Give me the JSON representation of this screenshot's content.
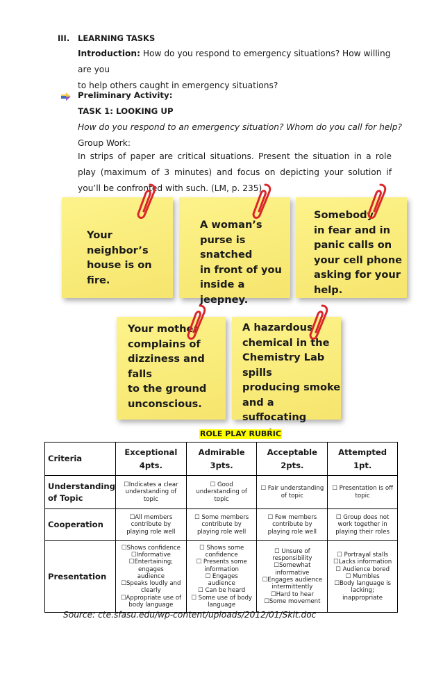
{
  "section": {
    "number": "III.",
    "title": "LEARNING TASKS",
    "intro_label": "Introduction:",
    "intro_line1": " How do you respond to emergency situations? How willing are you",
    "intro_line2": "to help others caught in emergency situations?",
    "preliminary": "Preliminary Activity:",
    "task": "TASK 1: LOOKING UP",
    "question": "How do you respond to an emergency situation? Whom do you call for help?",
    "group_work": "Group Work:",
    "instructions": "In strips of paper are critical situations. Present the situation in a role play (maximum of 3 minutes) and focus on depicting your solution if you’ll be confronted with such. (LM, p. 235)"
  },
  "notes": [
    {
      "text": "Your\nneighbor’s\nhouse is on fire."
    },
    {
      "text": "A woman’s\npurse is snatched\nin front of you\ninside a jeepney."
    },
    {
      "text": "Somebody\nin fear and in\npanic calls on\nyour cell phone\nasking for your\nhelp."
    },
    {
      "text": "Your mother\ncomplains of\ndizziness and falls\nto the ground\nunconscious."
    },
    {
      "text": "A hazardous\nchemical in the\nChemistry Lab spills\nproducing smoke\nand a suffocating\nscent."
    }
  ],
  "rubric": {
    "title": "ROLE PLAY RUBRIC",
    "headers": {
      "criteria": "Criteria",
      "exceptional": "Exceptional",
      "exceptional_pts": "4pts.",
      "admirable": "Admirable",
      "admirable_pts": "3pts.",
      "acceptable": "Acceptable",
      "acceptable_pts": "2pts.",
      "attempted": "Attempted",
      "attempted_pts": "1pt."
    },
    "rows": [
      {
        "criteria": "Understanding of Topic",
        "exceptional": "☐Indicates a clear\nunderstanding of\ntopic",
        "admirable": "☐ Good\nunderstanding of\ntopic",
        "acceptable": "☐ Fair understanding\nof topic",
        "attempted": "☐ Presentation is off\ntopic"
      },
      {
        "criteria": "Cooperation",
        "exceptional": "☐All members\ncontribute by\nplaying role well",
        "admirable": "☐ Some members\ncontribute by\nplaying role well",
        "acceptable": "☐ Few members\ncontribute by\nplaying role well",
        "attempted": "☐ Group does not\nwork together in\nplaying their roles"
      },
      {
        "criteria": "Presentation",
        "exceptional": "☐Shows confidence\n☐Informative\n☐Entertaining;\nengages\naudience\n☐Speaks loudly and\nclearly\n☐Appropriate use of\nbody language",
        "admirable": "☐ Shows some\nconfidence\n☐ Presents some\ninformation\n☐ Engages\naudience\n☐ Can be heard\n☐ Some use of body\nlanguage",
        "acceptable": "☐ Unsure of\nresponsibility\n☐Somewhat\ninformative\n☐Engages audience\nintermittently\n☐Hard to hear\n☐Some movement",
        "attempted": "☐ Portrayal stalls\n☐Lacks information\n☐ Audience bored\n☐ Mumbles\n☐Body language is\nlacking;\ninappropriate"
      }
    ]
  },
  "source": "Source: cte.sfasu.edu/wp-content/uploads/2012/01/Skit.doc",
  "colors": {
    "note_yellow": "#f8e877",
    "clip_red": "#d9262a",
    "highlight": "#ffff00"
  }
}
